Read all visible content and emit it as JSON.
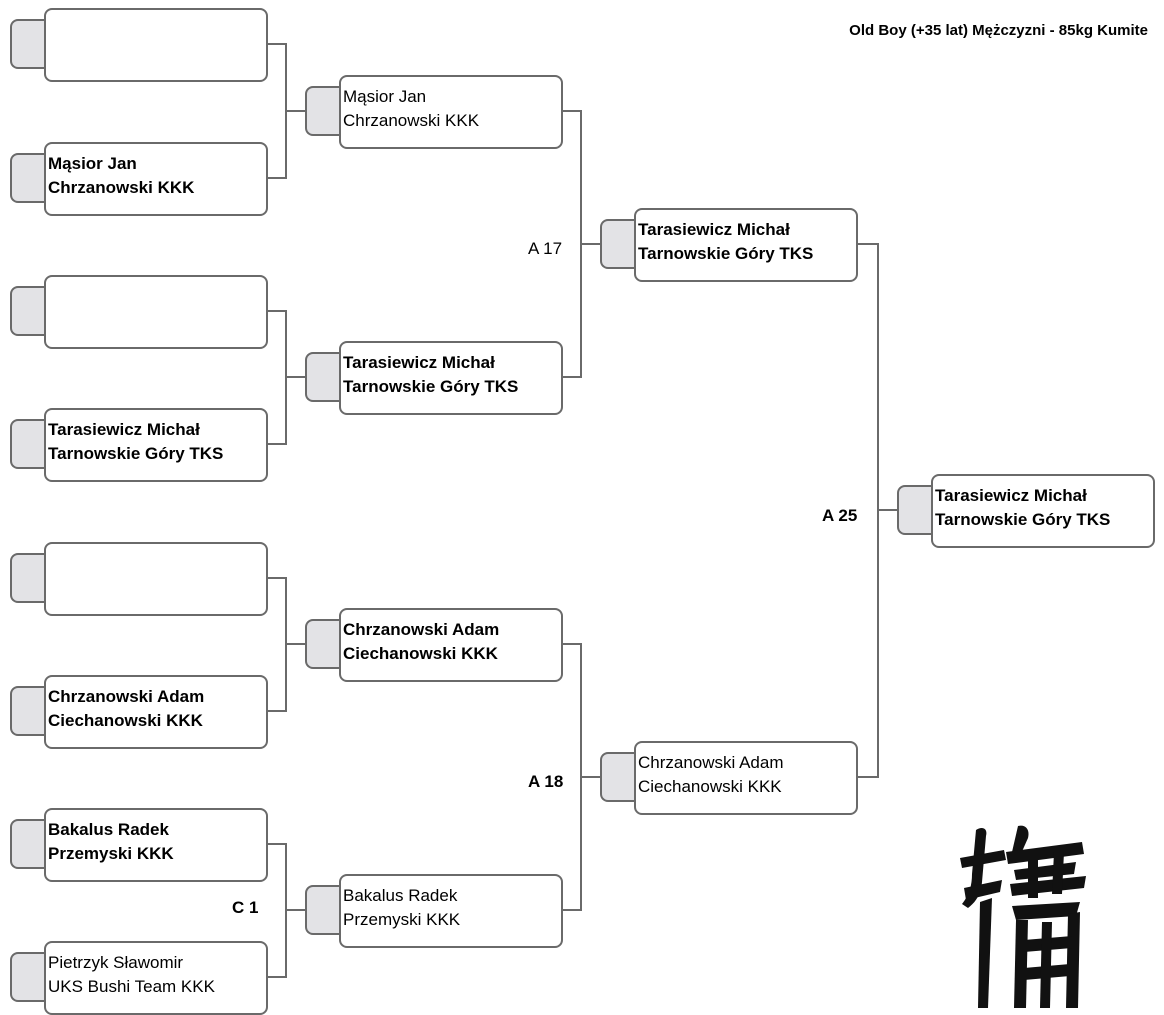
{
  "title": "Old Boy (+35 lat) Mężczyzni - 85kg Kumite",
  "round1": [
    {
      "name": "",
      "club": ""
    },
    {
      "name": "Mąsior Jan",
      "club": "Chrzanowski KKK"
    },
    {
      "name": "",
      "club": ""
    },
    {
      "name": "Tarasiewicz Michał",
      "club": "Tarnowskie Góry TKS"
    },
    {
      "name": "",
      "club": ""
    },
    {
      "name": "Chrzanowski Adam",
      "club": "Ciechanowski KKK"
    },
    {
      "name": "Bakalus Radek",
      "club": "Przemyski KKK"
    },
    {
      "name": "Pietrzyk Sławomir",
      "club": "UKS Bushi Team KKK"
    }
  ],
  "round2": [
    {
      "name": "Mąsior Jan",
      "club": "Chrzanowski KKK"
    },
    {
      "name": "Tarasiewicz Michał",
      "club": "Tarnowskie Góry TKS"
    },
    {
      "name": "Chrzanowski Adam",
      "club": "Ciechanowski KKK"
    },
    {
      "name": "Bakalus Radek",
      "club": "Przemyski KKK"
    }
  ],
  "round3": [
    {
      "name": "Tarasiewicz Michał",
      "club": "Tarnowskie Góry TKS"
    },
    {
      "name": "Chrzanowski Adam",
      "club": "Ciechanowski KKK"
    }
  ],
  "final": {
    "name": "Tarasiewicz Michał",
    "club": "Tarnowskie Góry TKS"
  },
  "match_labels": {
    "c1": "C 1",
    "a17": "A 17",
    "a18": "A 18",
    "a25": "A 25"
  },
  "logo_icon": "kanji-logo-icon"
}
